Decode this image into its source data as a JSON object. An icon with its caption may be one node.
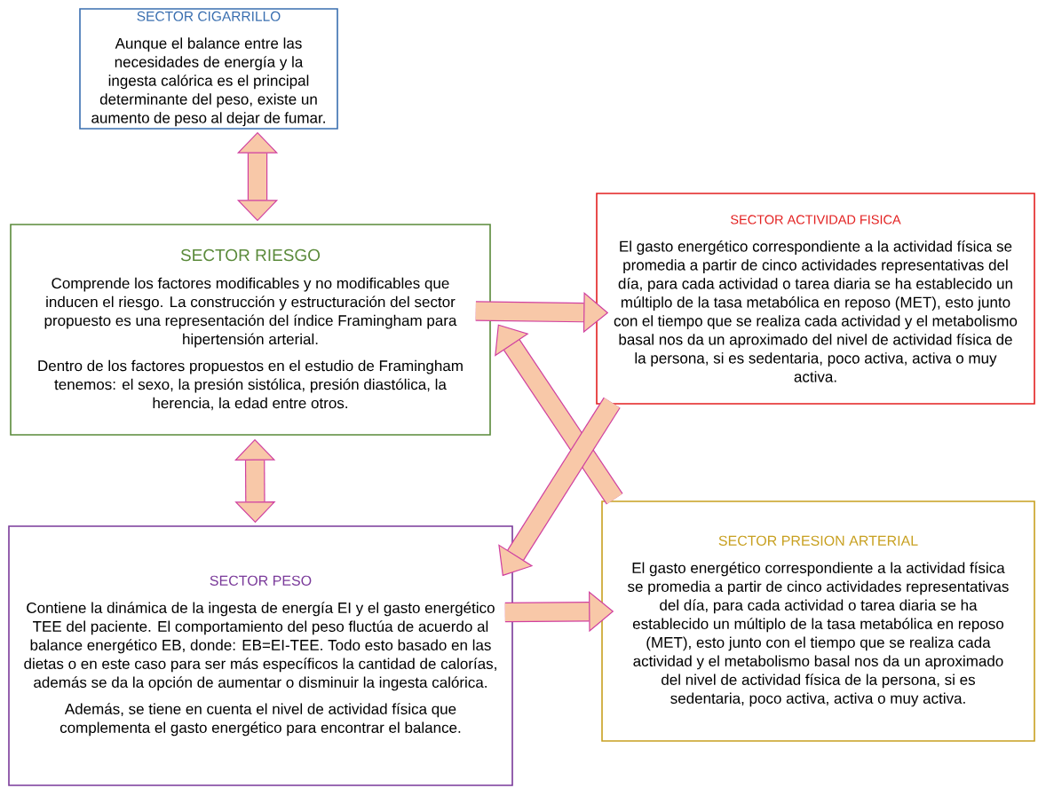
{
  "diagram": {
    "nodes": [
      {
        "text": [
          "SECTOR CIGARRILLO",
          "Aunque el balance entre las necesidades de energía y la ingesta calórica es el principal determinante del peso, existe un aumento de peso al dejar de fumar."
        ]
      },
      {
        "text": [
          "SECTOR ACTIVIDAD FISICA",
          "El gasto energético correspondiente a la actividad física se promedia a partir de cinco actividades representativas del día, para cada actividad o tarea diaria se ha establecido un múltiplo de la tasa metabólica en reposo (MET), esto junto con el tiempo que se realiza cada actividad y el metabolismo basal nos da un aproximado del nivel de actividad física de la persona, si es sedentaria, poco activa, activa o muy activa."
        ]
      },
      {
        "text": [
          "SECTOR RIESGO",
          "Comprende los factores modificables y no modificables que inducen el riesgo. La construcción y estructuración del sector propuesto es una representación del índice Framingham para hipertensión arterial.",
          "Dentro de los factores propuestos en el estudio de Framingham tenemos: el sexo, la presión sistólica, presión diastólica, la herencia, la edad entre otros."
        ]
      },
      {
        "text": [
          "SECTOR PRESION ARTERIAL",
          "El gasto energético correspondiente a la actividad física se promedia a partir de cinco actividades representativas del día, para cada actividad o tarea diaria se ha establecido un múltiplo de la tasa metabólica en reposo (MET), esto junto con el tiempo que se realiza cada actividad y el metabolismo basal nos da un aproximado del nivel de actividad física de la persona, si es sedentaria, poco activa, activa o muy activa."
        ]
      },
      {
        "text": [
          "SECTOR PESO",
          "Contiene la dinámica de la ingesta de energía EI y el gasto energético TEE del paciente. El comportamiento del peso fluctúa de acuerdo al balance energético EB, donde: EB=EI-TEE. Todo esto basado en las dietas o en este caso para ser más específicos la cantidad de calorías, además se da la opción de aumentar o disminuir la ingesta calórica.",
          "Además, se tiene en cuenta el nivel de actividad física que complementa el gasto energético para encontrar el balance."
        ]
      }
    ],
    "edges": [
      {
        "from": 0,
        "to": 2,
        "arrow": "both"
      },
      {
        "from": 2,
        "to": 1,
        "arrow": "to"
      },
      {
        "from": 3,
        "to": 2,
        "arrow": "to"
      },
      {
        "from": 1,
        "to": 4,
        "arrow": "to"
      },
      {
        "from": 2,
        "to": 4,
        "arrow": "both"
      },
      {
        "from": 4,
        "to": 3,
        "arrow": "to"
      }
    ]
  }
}
